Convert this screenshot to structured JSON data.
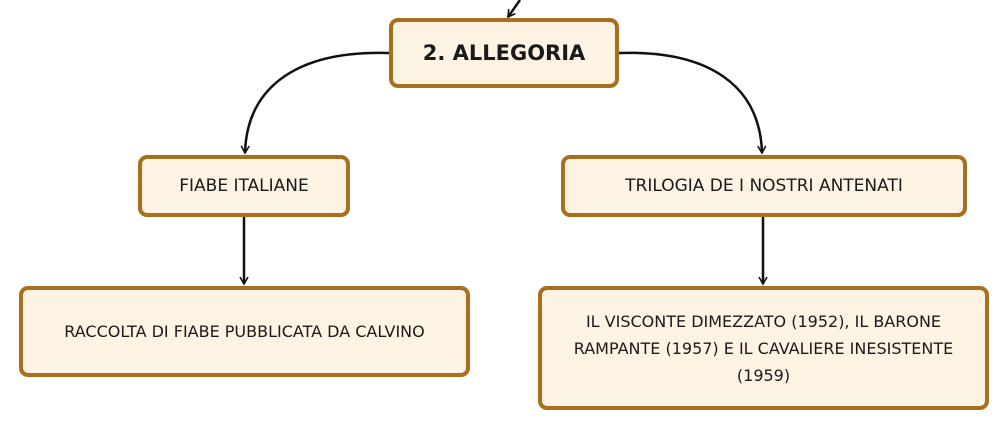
{
  "diagram": {
    "root": {
      "label": "2. ALLEGORIA"
    },
    "left_branch": {
      "label": "FIABE ITALIANE"
    },
    "right_branch": {
      "label": "TRILOGIA DE I NOSTRI ANTENATI"
    },
    "left_leaf": {
      "label": "RACCOLTA DI FIABE PUBBLICATA DA CALVINO"
    },
    "right_leaf": {
      "label": "IL VISCONTE DIMEZZATO (1952), IL BARONE RAMPANTE (1957) E IL CAVALIERE INESISTENTE (1959)"
    }
  },
  "colors": {
    "node_fill": "#fdf3e3",
    "node_border": "#a86f1f",
    "connector": "#111111",
    "text": "#1a1a1a"
  }
}
